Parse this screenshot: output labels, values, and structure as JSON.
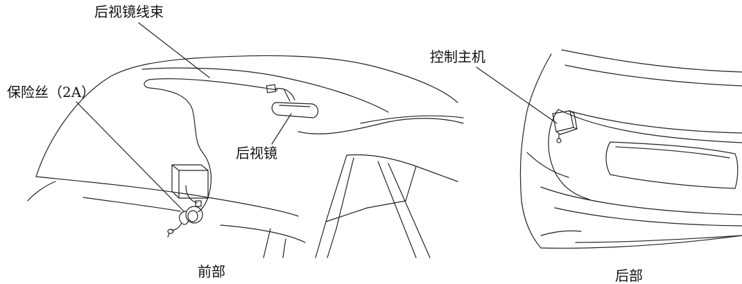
{
  "labels": {
    "mirror_harness": "后视镜线束",
    "fuse": "保险丝（2A）",
    "mirror": "后视镜",
    "control_host": "控制主机",
    "front": "前部",
    "rear": "后部"
  }
}
